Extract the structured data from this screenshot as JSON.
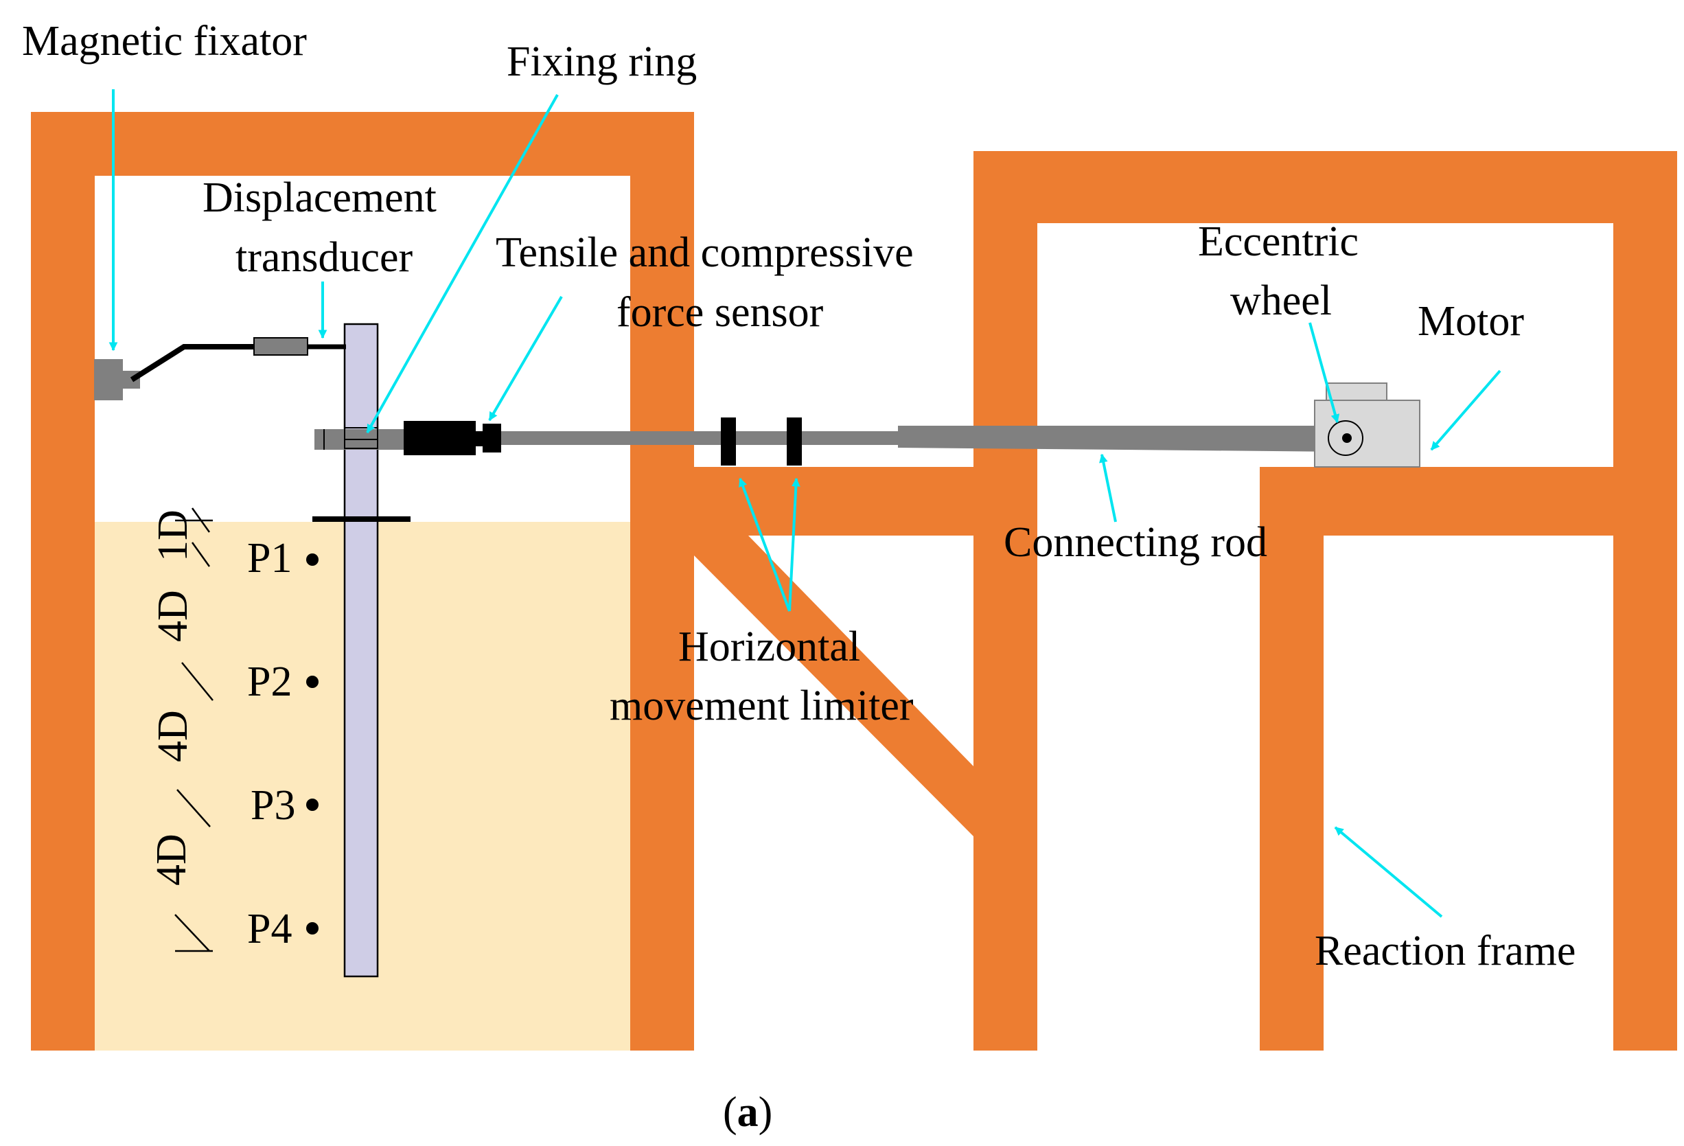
{
  "labels": {
    "magnetic_fixator": "Magnetic fixator",
    "fixing_ring": "Fixing ring",
    "displacement_line1": "Displacement",
    "displacement_line2": "transducer",
    "tensile_line1": "Tensile and compressive",
    "tensile_line2": "force sensor",
    "eccentric_line1": "Eccentric",
    "eccentric_line2": "wheel",
    "motor": "Motor",
    "connecting_rod": "Connecting rod",
    "limiter_line1": "Horizontal",
    "limiter_line2": "movement limiter",
    "reaction_frame": "Reaction frame"
  },
  "points": [
    {
      "label": "P1"
    },
    {
      "label": "P2"
    },
    {
      "label": "P3"
    },
    {
      "label": "P4"
    }
  ],
  "spacings": [
    "1D",
    "4D",
    "4D",
    "4D"
  ],
  "caption": {
    "open": "(",
    "letter": "a",
    "close": ")"
  },
  "colors": {
    "frame": "#ED7D31",
    "soil": "#FDE9BE",
    "pile": "#CFCDE6",
    "rod": "#808080",
    "callout": "#00E5F0",
    "motor": "#D9D9D9"
  }
}
